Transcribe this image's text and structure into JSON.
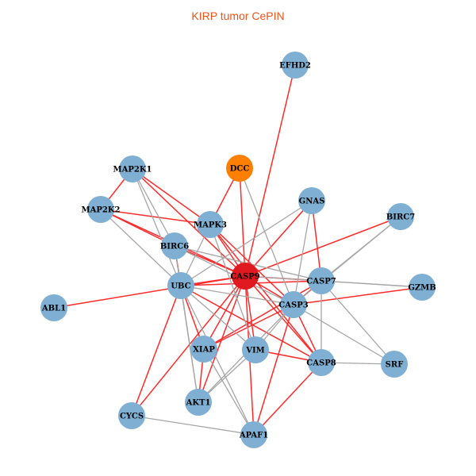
{
  "title": "KIRP tumor CePIN",
  "colors": {
    "node": "#7fb0d3",
    "hub": "#e0181f",
    "highlight": "#ff7f00",
    "edge_red": "#ff2a2a",
    "edge_gray": "#a6a6a6",
    "title": "#e8551a"
  },
  "nodes": [
    {
      "id": "EFHD2",
      "type": "normal"
    },
    {
      "id": "DCC",
      "type": "highlight"
    },
    {
      "id": "MAP2K1",
      "type": "normal"
    },
    {
      "id": "GNAS",
      "type": "normal"
    },
    {
      "id": "BIRC7",
      "type": "normal"
    },
    {
      "id": "MAP2K2",
      "type": "normal"
    },
    {
      "id": "MAPK3",
      "type": "normal"
    },
    {
      "id": "BIRC6",
      "type": "normal"
    },
    {
      "id": "CASP9",
      "type": "hub"
    },
    {
      "id": "UBC",
      "type": "normal"
    },
    {
      "id": "CASP7",
      "type": "normal"
    },
    {
      "id": "GZMB",
      "type": "normal"
    },
    {
      "id": "ABL1",
      "type": "normal"
    },
    {
      "id": "CASP3",
      "type": "normal"
    },
    {
      "id": "XIAP",
      "type": "normal"
    },
    {
      "id": "VIM",
      "type": "normal"
    },
    {
      "id": "CASP8",
      "type": "normal"
    },
    {
      "id": "SRF",
      "type": "normal"
    },
    {
      "id": "AKT1",
      "type": "normal"
    },
    {
      "id": "CYCS",
      "type": "normal"
    },
    {
      "id": "APAF1",
      "type": "normal"
    }
  ],
  "edges": [
    [
      "CASP9",
      "EFHD2",
      "red"
    ],
    [
      "CASP9",
      "DCC",
      "red"
    ],
    [
      "CASP9",
      "MAP2K1",
      "red"
    ],
    [
      "MAP2K1",
      "MAP2K2",
      "red"
    ],
    [
      "MAP2K1",
      "MAPK3",
      "red"
    ],
    [
      "MAP2K2",
      "MAPK3",
      "red"
    ],
    [
      "MAP2K2",
      "BIRC6",
      "red"
    ],
    [
      "DCC",
      "MAPK3",
      "red"
    ],
    [
      "MAPK3",
      "CASP9",
      "red"
    ],
    [
      "MAPK3",
      "CASP3",
      "red"
    ],
    [
      "MAPK3",
      "CASP8",
      "red"
    ],
    [
      "BIRC6",
      "CASP9",
      "red"
    ],
    [
      "BIRC6",
      "UBC",
      "red"
    ],
    [
      "UBC",
      "CASP9",
      "red"
    ],
    [
      "UBC",
      "CASP7",
      "red"
    ],
    [
      "ABL1",
      "CASP9",
      "red"
    ],
    [
      "CASP9",
      "CASP7",
      "red"
    ],
    [
      "CASP9",
      "CASP3",
      "red"
    ],
    [
      "CASP9",
      "CASP8",
      "red"
    ],
    [
      "CASP9",
      "XIAP",
      "red"
    ],
    [
      "CASP9",
      "AKT1",
      "red"
    ],
    [
      "CASP9",
      "APAF1",
      "red"
    ],
    [
      "CASP9",
      "CYCS",
      "red"
    ],
    [
      "CASP9",
      "VIM",
      "red"
    ],
    [
      "CASP9",
      "BIRC7",
      "red"
    ],
    [
      "CASP9",
      "GNAS",
      "red"
    ],
    [
      "GNAS",
      "CASP7",
      "red"
    ],
    [
      "CASP3",
      "GZMB",
      "red"
    ],
    [
      "CASP3",
      "XIAP",
      "red"
    ],
    [
      "CASP3",
      "CASP8",
      "red"
    ],
    [
      "CASP3",
      "APAF1",
      "red"
    ],
    [
      "CASP7",
      "XIAP",
      "red"
    ],
    [
      "CASP8",
      "APAF1",
      "red"
    ],
    [
      "VIM",
      "CASP8",
      "red"
    ],
    [
      "UBC",
      "XIAP",
      "red"
    ],
    [
      "UBC",
      "CYCS",
      "red"
    ],
    [
      "XIAP",
      "AKT1",
      "red"
    ],
    [
      "UBC",
      "CASP8",
      "red"
    ],
    [
      "CASP3",
      "CASP7",
      "red"
    ],
    [
      "CASP9",
      "MAP2K2",
      "red"
    ],
    [
      "MAP2K1",
      "BIRC6",
      "gray"
    ],
    [
      "MAP2K1",
      "UBC",
      "gray"
    ],
    [
      "MAP2K2",
      "UBC",
      "gray"
    ],
    [
      "MAPK3",
      "UBC",
      "gray"
    ],
    [
      "MAPK3",
      "VIM",
      "gray"
    ],
    [
      "DCC",
      "CASP3",
      "gray"
    ],
    [
      "GNAS",
      "UBC",
      "gray"
    ],
    [
      "GNAS",
      "CASP3",
      "gray"
    ],
    [
      "BIRC7",
      "CASP7",
      "gray"
    ],
    [
      "BIRC7",
      "CASP3",
      "gray"
    ],
    [
      "CASP7",
      "GZMB",
      "gray"
    ],
    [
      "CASP7",
      "SRF",
      "gray"
    ],
    [
      "CASP7",
      "CASP8",
      "gray"
    ],
    [
      "CASP8",
      "SRF",
      "gray"
    ],
    [
      "CASP3",
      "SRF",
      "gray"
    ],
    [
      "BIRC6",
      "CASP7",
      "gray"
    ],
    [
      "BIRC6",
      "CASP3",
      "gray"
    ],
    [
      "UBC",
      "CASP3",
      "gray"
    ],
    [
      "UBC",
      "VIM",
      "gray"
    ],
    [
      "UBC",
      "APAF1",
      "gray"
    ],
    [
      "UBC",
      "AKT1",
      "gray"
    ],
    [
      "CASP3",
      "VIM",
      "gray"
    ],
    [
      "CASP3",
      "AKT1",
      "gray"
    ],
    [
      "VIM",
      "AKT1",
      "gray"
    ],
    [
      "XIAP",
      "APAF1",
      "gray"
    ],
    [
      "CYCS",
      "APAF1",
      "gray"
    ],
    [
      "BIRC6",
      "AKT1",
      "gray"
    ],
    [
      "CASP9",
      "GZMB",
      "gray"
    ]
  ]
}
